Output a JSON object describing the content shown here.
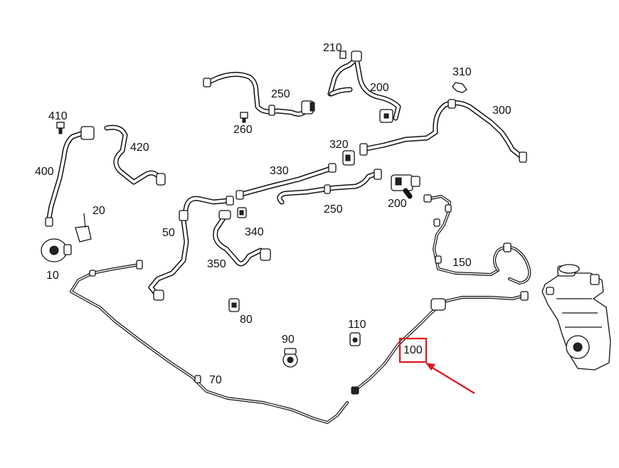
{
  "labels": {
    "p210": "210",
    "p200_top": "200",
    "p250_top": "250",
    "p260": "260",
    "p310": "310",
    "p300": "300",
    "p410": "410",
    "p420": "420",
    "p400": "400",
    "p320": "320",
    "p330": "330",
    "p20": "20",
    "p250_mid": "250",
    "p200_mid": "200",
    "p50": "50",
    "p340": "340",
    "p10": "10",
    "p350": "350",
    "p150": "150",
    "p80": "80",
    "p110": "110",
    "p90": "90",
    "p100": "100",
    "p70": "70"
  },
  "highlight": {
    "part": "100",
    "color": "#e0141e"
  }
}
